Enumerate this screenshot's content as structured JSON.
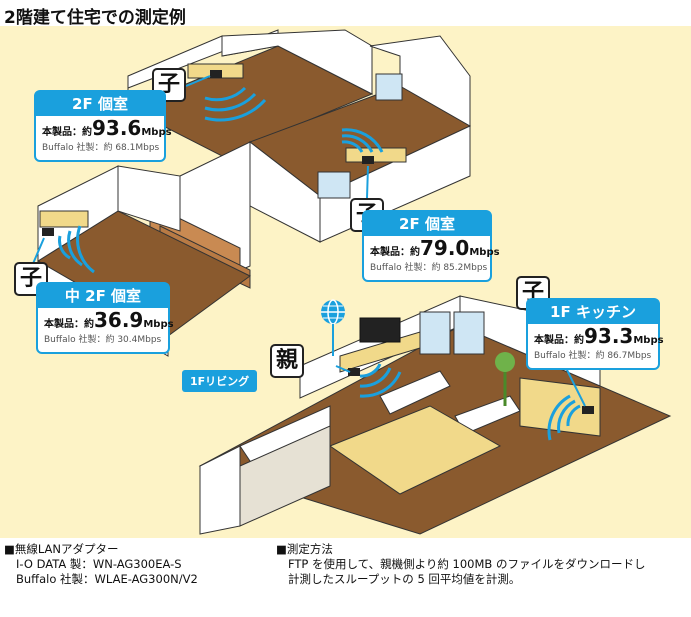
{
  "title": "2階建て住宅での測定例",
  "labels": {
    "child": "子",
    "parent": "親",
    "living": "1Fリビング"
  },
  "rooms": [
    {
      "name": "2F 個室",
      "product_label": "本製品：約",
      "product_value": "93.6",
      "unit": "Mbps",
      "buffalo": "Buffalo 社製：約 68.1Mbps"
    },
    {
      "name": "2F 個室",
      "product_label": "本製品：約",
      "product_value": "79.0",
      "unit": "Mbps",
      "buffalo": "Buffalo 社製：約 85.2Mbps"
    },
    {
      "name": "中 2F 個室",
      "product_label": "本製品：約",
      "product_value": "36.9",
      "unit": "Mbps",
      "buffalo": "Buffalo 社製：約 30.4Mbps"
    },
    {
      "name": "1F キッチン",
      "product_label": "本製品：約",
      "product_value": "93.3",
      "unit": "Mbps",
      "buffalo": "Buffalo 社製：約 86.7Mbps"
    }
  ],
  "footer": {
    "adapters_heading": "無線LANアダプター",
    "adapter_iodata": "I-O DATA 製：WN-AG300EA-S",
    "adapter_buffalo": "Buffalo 社製：WLAE-AG300N/V2",
    "method_heading": "測定方法",
    "method_line1": "FTP を使用して、親機側より約 100MB のファイルをダウンロードし",
    "method_line2": "計測したスループットの 5 回平均値を計測。"
  },
  "colors": {
    "accent": "#1aa0dd",
    "background": "#fdf3c6",
    "floor": "#8a5a2e",
    "wall": "#ffffff"
  }
}
